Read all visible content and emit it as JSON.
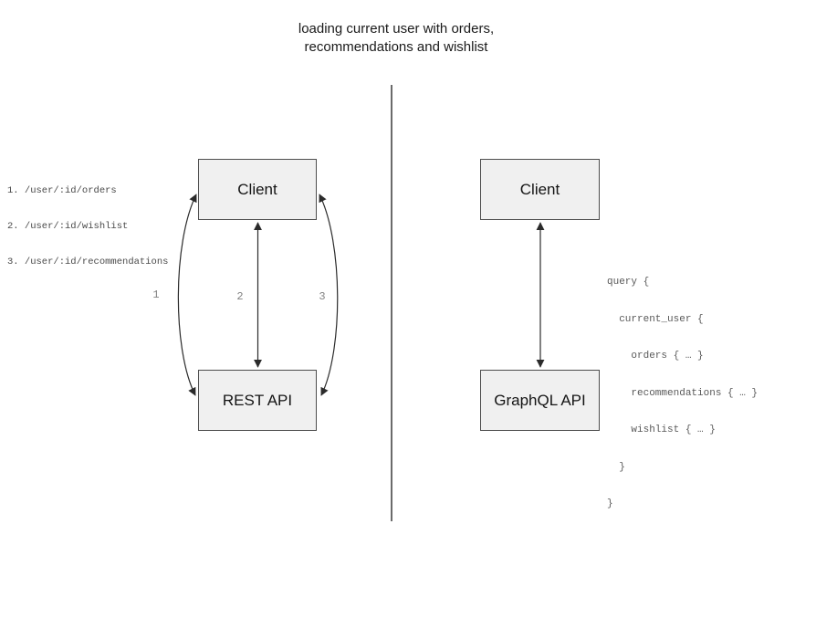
{
  "title": {
    "line1": "loading current user with orders,",
    "line2": "recommendations and wishlist"
  },
  "left_panel": {
    "endpoints": [
      "1. /user/:id/orders",
      "2. /user/:id/wishlist",
      "3. /user/:id/recommendations"
    ],
    "client_label": "Client",
    "api_label": "REST API",
    "arrow_labels": [
      "1",
      "2",
      "3"
    ]
  },
  "right_panel": {
    "client_label": "Client",
    "api_label": "GraphQL API",
    "query_lines": [
      "query {",
      "  current_user {",
      "    orders { … }",
      "    recommendations { … }",
      "    wishlist { … }",
      "  }",
      "}"
    ]
  },
  "colors": {
    "box_fill": "#f0f0f0",
    "box_border": "#4d4d4d",
    "arrow_stroke": "#2b2b2b",
    "divider": "#6b6b6b",
    "muted_text": "#595959",
    "label_gray": "#828282",
    "title_text": "#1a1a1a"
  }
}
